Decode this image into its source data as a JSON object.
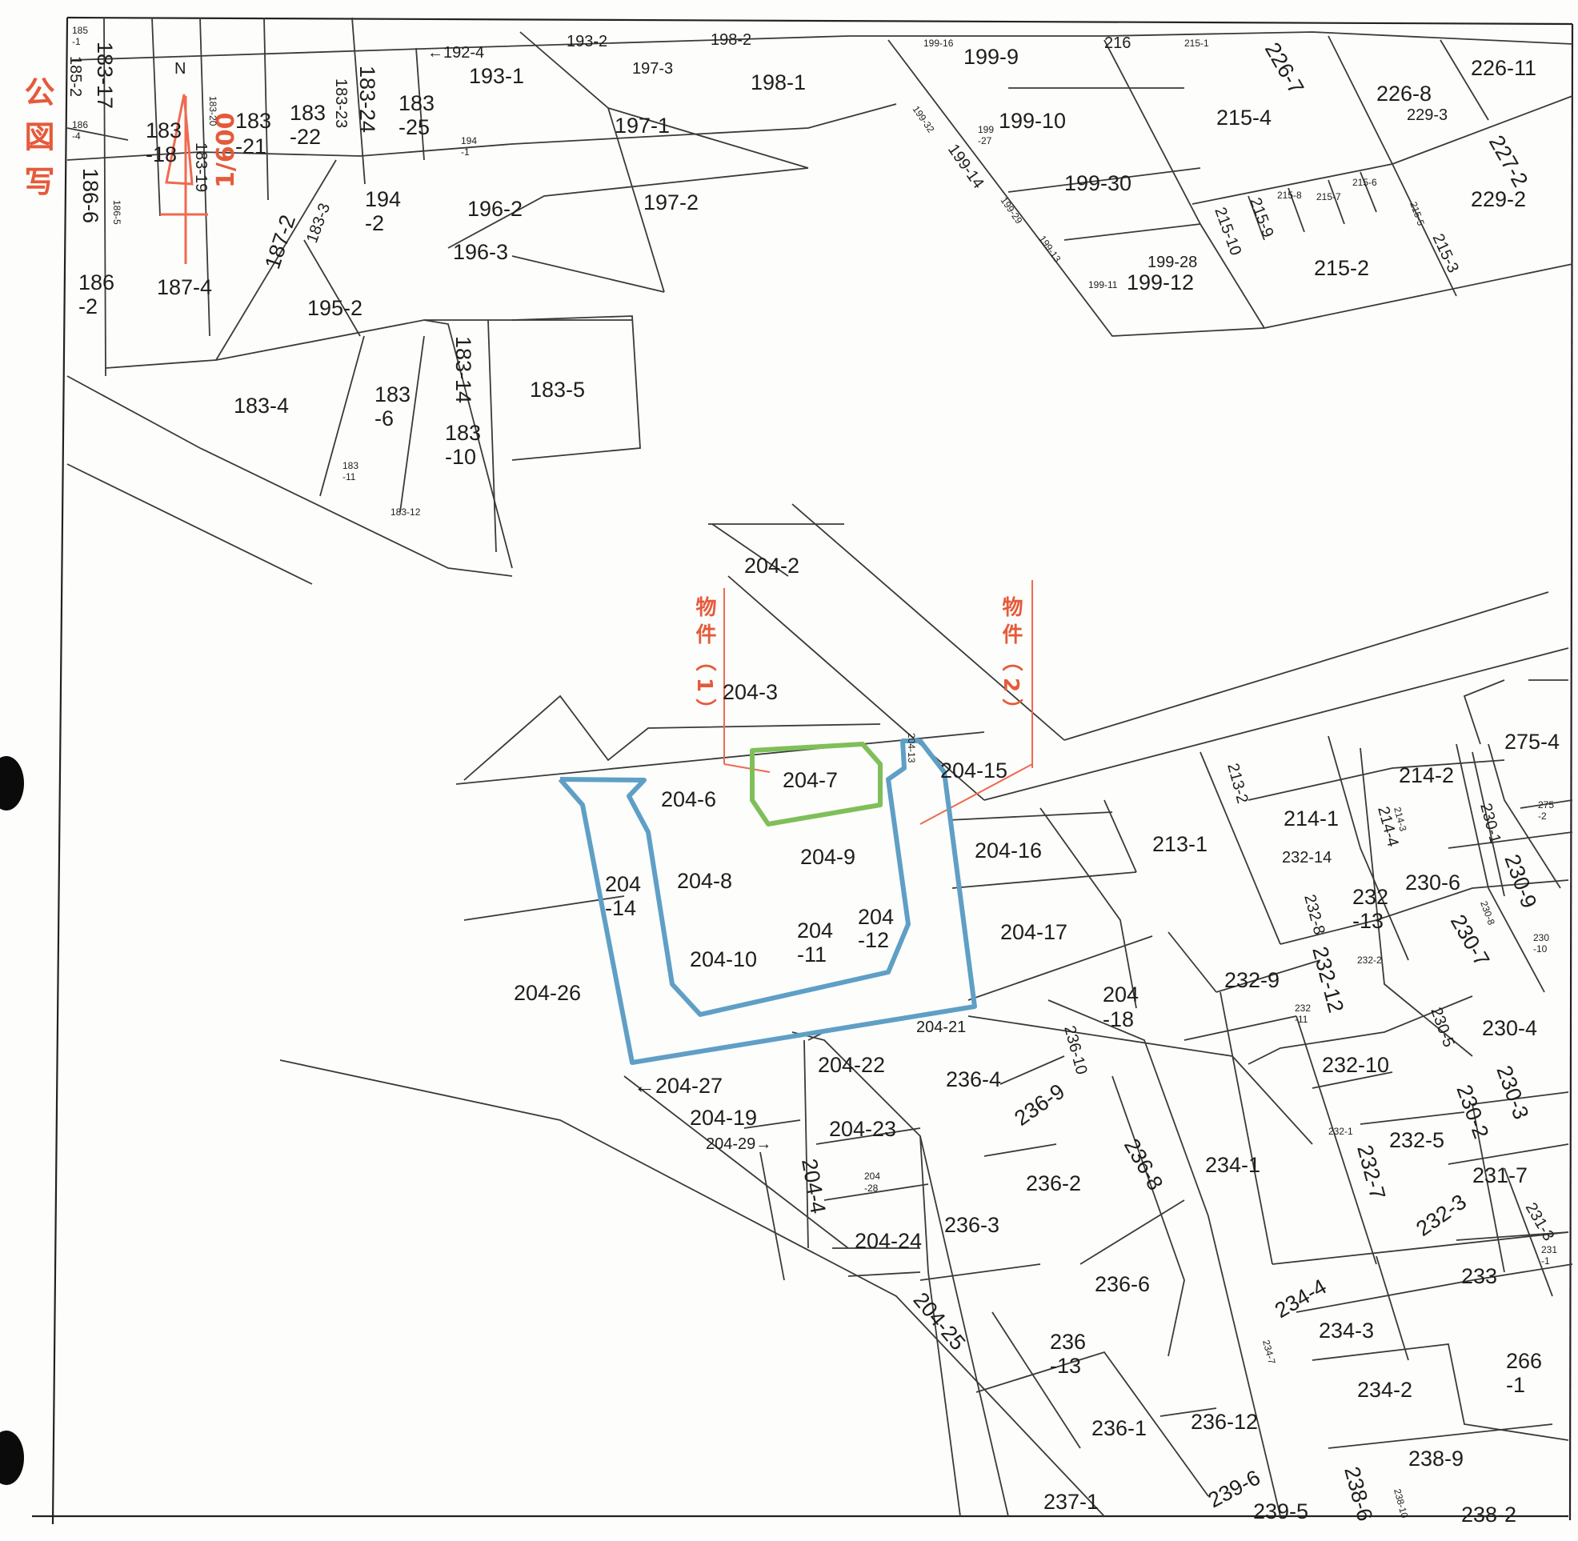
{
  "map": {
    "side_title": "公図写",
    "marks": {
      "property_1": "物件（1）",
      "property_2": "物件（2）",
      "scale": "1/600",
      "north": "N"
    },
    "colors": {
      "blue_outline": "#5f9fc6",
      "green_outline": "#7fbf5a",
      "red_marks": "#e55a3a"
    },
    "parcels": {
      "p204_2": "204-2",
      "p204_3": "204-3",
      "p204_6": "204-6",
      "p204_7": "204-7",
      "p204_8": "204-8",
      "p204_9": "204-9",
      "p204_10": "204-10",
      "p204_11a": "204",
      "p204_11b": "-11",
      "p204_12a": "204",
      "p204_12b": "-12",
      "p204_14a": "204",
      "p204_14b": "-14",
      "p204_13": "204-13",
      "p204_15": "204-15",
      "p204_16": "204-16",
      "p204_17": "204-17",
      "p204_18a": "204",
      "p204_18b": "-18",
      "p204_19": "204-19",
      "p204_21": "204-21",
      "p204_22": "204-22",
      "p204_23": "204-23",
      "p204_24": "204-24",
      "p204_25": "204-25",
      "p204_26": "204-26",
      "p204_27": "←204-27",
      "p204_29": "204-29→",
      "p204_4": "204-4",
      "p204_28a": "204",
      "p204_28b": "-28",
      "p183_4": "183-4",
      "p183_5": "183-5",
      "p183_6a": "183",
      "p183_6b": "-6",
      "p183_14": "183-14",
      "p183_10a": "183",
      "p183_10b": "-10",
      "p183_11a": "183",
      "p183_11b": "-11",
      "p183_12": "183-12",
      "p183_17": "183-17",
      "p183_18a": "183",
      "p183_18b": "-18",
      "p183_19": "183-19",
      "p183_20": "183-20",
      "p183_21a": "183",
      "p183_21b": "-21",
      "p183_22a": "183",
      "p183_22b": "-22",
      "p183_23": "183-23",
      "p183_24": "183-24",
      "p183_25a": "183",
      "p183_25b": "-25",
      "p183_3": "183-3",
      "p185_1a": "185",
      "p185_1b": "-1",
      "p185_2": "185-2",
      "p186_4a": "186",
      "p186_4b": "-4",
      "p186_6": "186-6",
      "p186_2a": "186",
      "p186_2b": "-2",
      "p187_4": "187-4",
      "p187_2": "187-2",
      "p186_5": "186-5",
      "p192_4": "←192-4",
      "p193_1": "193-1",
      "p193_2": "193-2",
      "p194_2a": "194",
      "p194_2b": "-2",
      "p194_1a": "194",
      "p194_1b": "-1",
      "p195_2": "195-2",
      "p196_2": "196-2",
      "p196_3": "196-3",
      "p197_1": "197-1",
      "p197_2": "197-2",
      "p197_3": "197-3",
      "p198_1": "198-1",
      "p198_2": "198-2",
      "p199_9": "199-9",
      "p199_10": "199-10",
      "p199_12": "199-12",
      "p199_14": "199-14",
      "p199_16": "199-16",
      "p199_28": "199-28",
      "p199_30": "199-30",
      "p199_11": "199-11",
      "p199_13": "199-13",
      "p199_29": "199-29",
      "p199_32": "199-32",
      "p199_27a": "199",
      "p199_27b": "-27",
      "p216": "216",
      "p215_1": "215-1",
      "p215_2": "215-2",
      "p215_3": "215-3",
      "p215_4": "215-4",
      "p215_6": "215-6",
      "p215_7": "215-7",
      "p215_8": "215-8",
      "p215_9": "215-9",
      "p215_10": "215-10",
      "p215_5": "215-5",
      "p226_7": "226-7",
      "p226_8": "226-8",
      "p226_11": "226-11",
      "p227_2": "227-2",
      "p229_2": "229-2",
      "p229_3": "229-3",
      "p213_1": "213-1",
      "p213_2": "213-2",
      "p214_1": "214-1",
      "p214_2": "214-2",
      "p214_3": "214-3",
      "p214_4": "214-4",
      "p275_4": "275-4",
      "p275_2a": "275",
      "p275_2b": "-2",
      "p230_1": "230-1",
      "p230_2": "230-2",
      "p230_3": "230-3",
      "p230_4": "230-4",
      "p230_5": "230-5",
      "p230_6": "230-6",
      "p230_7": "230-7",
      "p230_8": "230-8",
      "p230_9": "230-9",
      "p230_10a": "230",
      "p230_10b": "-10",
      "p231_7": "231-7",
      "p231_3": "231-3",
      "p231_1a": "231",
      "p231_1b": "-1",
      "p232_1": "232-1",
      "p232_2": "232-2",
      "p232_3": "232-3",
      "p232_5": "232-5",
      "p232_7": "232-7",
      "p232_8": "232-8",
      "p232_9": "232-9",
      "p232_10": "232-10",
      "p232_11a": "232",
      "p232_11b": "-11",
      "p232_12": "232-12",
      "p232_13a": "232",
      "p232_13b": "-13",
      "p232_14": "232-14",
      "p233": "233",
      "p234_1": "234-1",
      "p234_2": "234-2",
      "p234_3": "234-3",
      "p234_4": "234-4",
      "p234_7": "234-7",
      "p236_1": "236-1",
      "p236_2": "236-2",
      "p236_3": "236-3",
      "p236_4": "236-4",
      "p236_6": "236-6",
      "p236_8": "236-8",
      "p236_9": "236-9",
      "p236_10": "236-10",
      "p236_12": "236-12",
      "p236_13a": "236",
      "p236_13b": "-13",
      "p237_1": "237-1",
      "p238_2": "238-2",
      "p238_6": "238-6",
      "p238_9": "238-9",
      "p238_10": "238-10",
      "p239_5": "239-5",
      "p239_6": "239-6",
      "p266_1a": "266",
      "p266_1b": "-1"
    }
  }
}
